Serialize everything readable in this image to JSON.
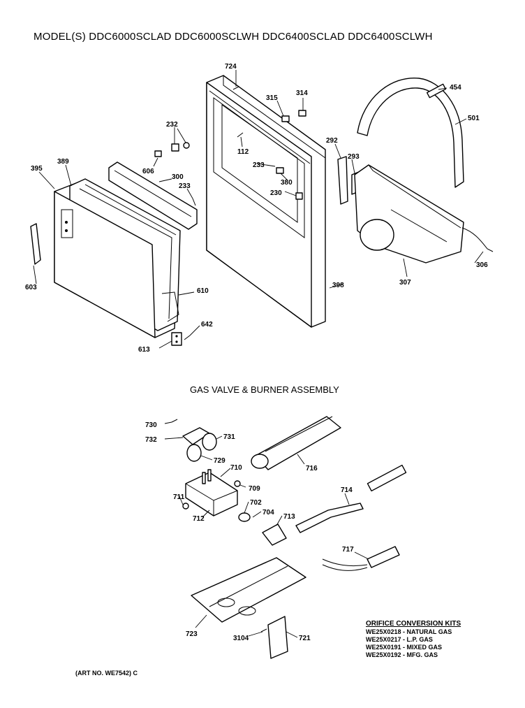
{
  "header": {
    "title": "MODEL(S) DDC6000SCLAD  DDC6000SCLWH  DDC6400SCLAD  DDC6400SCLWH"
  },
  "section": {
    "gas_valve_title": "GAS VALVE & BURNER ASSEMBLY"
  },
  "kits": {
    "heading": "ORIFICE CONVERSION KITS",
    "items": [
      "WE25X0218 - NATURAL GAS",
      "WE25X0217 - L.P. GAS",
      "WE25X0191 - MIXED GAS",
      "WE25X0192 - MFG. GAS"
    ]
  },
  "footer": {
    "art_no": "(ART NO. WE7542) C"
  },
  "callouts": {
    "c724": "724",
    "c315": "315",
    "c314": "314",
    "c454": "454",
    "c501": "501",
    "c232": "232",
    "c112": "112",
    "c292": "292",
    "c293": "293",
    "c233a": "233",
    "c380": "380",
    "c230": "230",
    "c606": "606",
    "c300": "300",
    "c233b": "233",
    "c389": "389",
    "c395": "395",
    "c306": "306",
    "c307": "307",
    "c398": "398",
    "c603": "603",
    "c610": "610",
    "c642": "642",
    "c613": "613",
    "c730": "730",
    "c732": "732",
    "c731": "731",
    "c729": "729",
    "c710": "710",
    "c716": "716",
    "c709": "709",
    "c711": "711",
    "c702": "702",
    "c712": "712",
    "c704": "704",
    "c713": "713",
    "c714": "714",
    "c717": "717",
    "c723": "723",
    "c3104": "3104",
    "c721": "721"
  }
}
